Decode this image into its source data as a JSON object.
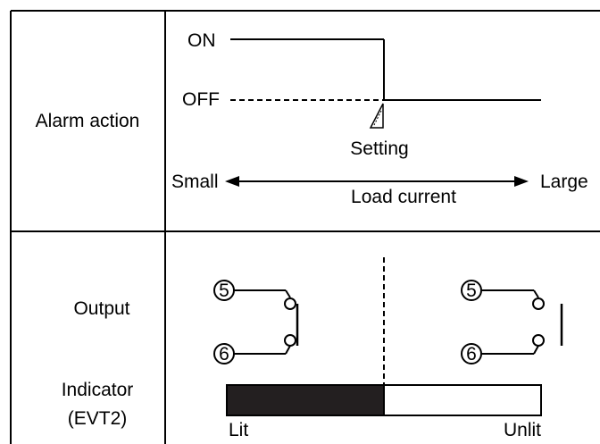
{
  "alarm_action": {
    "row_label": "Alarm action",
    "on_label": "ON",
    "off_label": "OFF",
    "setting_label": "Setting",
    "small_label": "Small",
    "large_label": "Large",
    "load_current_label": "Load current"
  },
  "output_section": {
    "output_label": "Output",
    "indicator_label_line1": "Indicator",
    "indicator_label_line2": "(EVT2)",
    "terminal_5": "5",
    "terminal_6": "6",
    "lit_label": "Lit",
    "unlit_label": "Unlit"
  },
  "colors": {
    "line": "#000000",
    "lit_fill": "#231f20",
    "unlit_fill": "#ffffff"
  }
}
